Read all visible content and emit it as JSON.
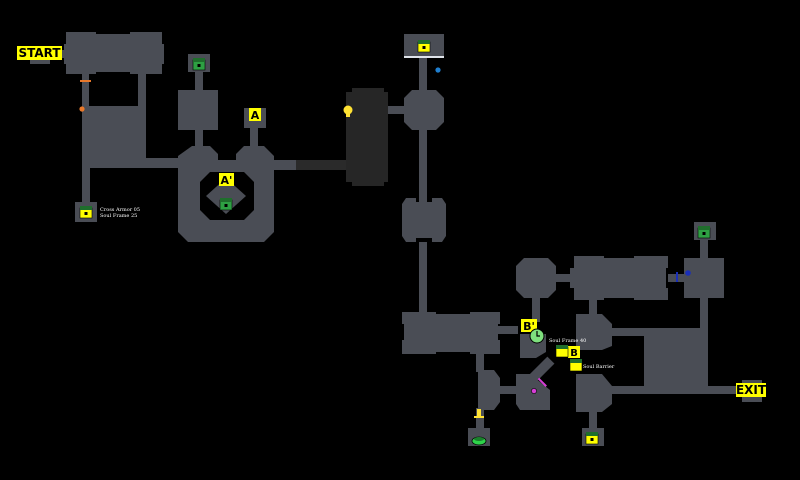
{
  "labels": {
    "start": "START",
    "exit": "EXIT",
    "a": "A",
    "a_prime": "A'",
    "b": "B",
    "b_prime": "B'"
  },
  "notes": {
    "chest_left_line1": "Cross Armor 05",
    "chest_left_line2": "Soul Frame 25",
    "soul_frame_40": "Soul Frame 40",
    "soul_barrier": "Soul Barrier"
  },
  "colors": {
    "background": "#000000",
    "room": "#4a4d55",
    "dark_room": "#262626",
    "label": "#ffff00",
    "chest": "#2ea043",
    "orange_marker": "#e8782a",
    "blue_marker": "#1f7fd0",
    "navy_marker": "#1a2fb8",
    "magenta_marker": "#d63ed6",
    "clock": "#7ee07e",
    "bulb": "#ffe233"
  },
  "icons": {
    "chest": "chest-icon",
    "lightbulb": "lightbulb-icon",
    "clock": "clock-icon",
    "save_point": "save-point-icon",
    "switch": "switch-icon"
  }
}
